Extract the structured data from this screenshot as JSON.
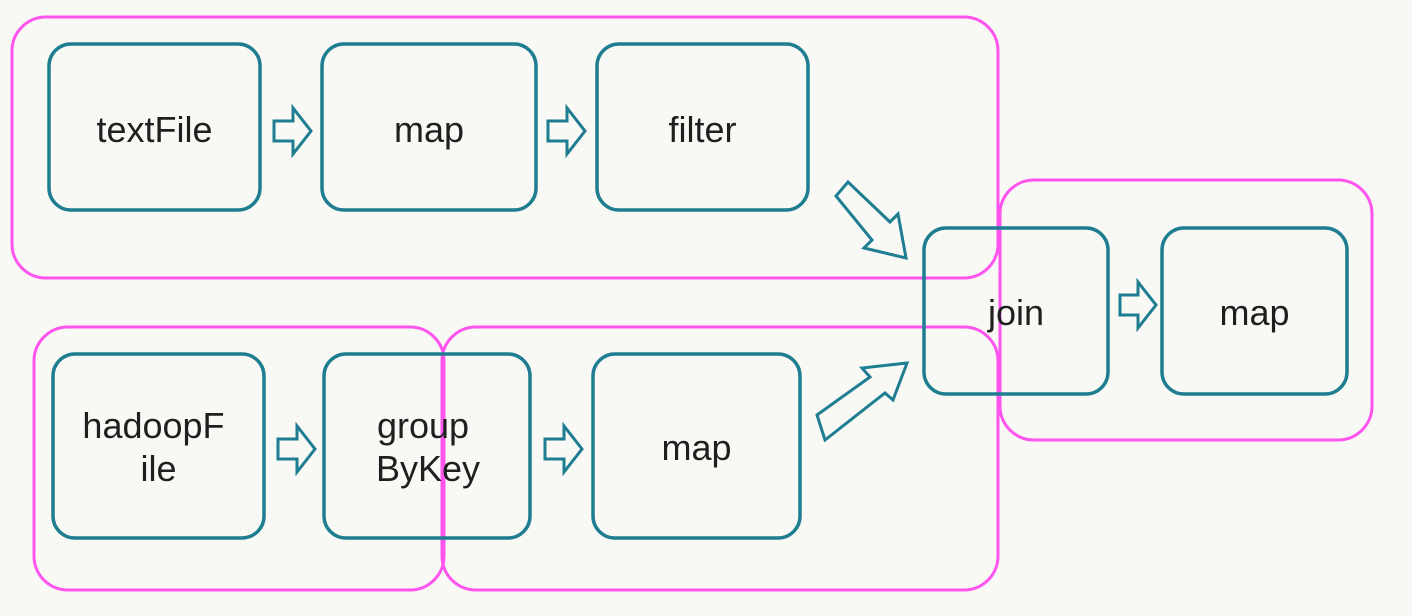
{
  "diagram": {
    "colors": {
      "node_stroke": "#1e7d91",
      "stage_stroke": "#ff55ee",
      "background": "#f8f8f5",
      "text": "#1f1f1f"
    },
    "nodes": {
      "textfile": {
        "lines": [
          "textFile"
        ]
      },
      "map_top": {
        "lines": [
          "map"
        ]
      },
      "filter": {
        "lines": [
          "filter"
        ]
      },
      "join": {
        "lines": [
          "join"
        ]
      },
      "map_right": {
        "lines": [
          "map"
        ]
      },
      "hadoopfile": {
        "lines": [
          "hadoopF",
          "ile"
        ]
      },
      "groupbykey": {
        "lines": [
          "group",
          "ByKey"
        ]
      },
      "map_bottom": {
        "lines": [
          "map"
        ]
      }
    },
    "edges": [
      {
        "from": "textfile",
        "to": "map_top"
      },
      {
        "from": "map_top",
        "to": "filter"
      },
      {
        "from": "filter",
        "to": "join"
      },
      {
        "from": "hadoopfile",
        "to": "groupbykey"
      },
      {
        "from": "groupbykey",
        "to": "map_bottom"
      },
      {
        "from": "map_bottom",
        "to": "join"
      },
      {
        "from": "join",
        "to": "map_right"
      }
    ],
    "stages": [
      "stage-top",
      "stage-bottom-left",
      "stage-bottom-right",
      "stage-right"
    ]
  }
}
